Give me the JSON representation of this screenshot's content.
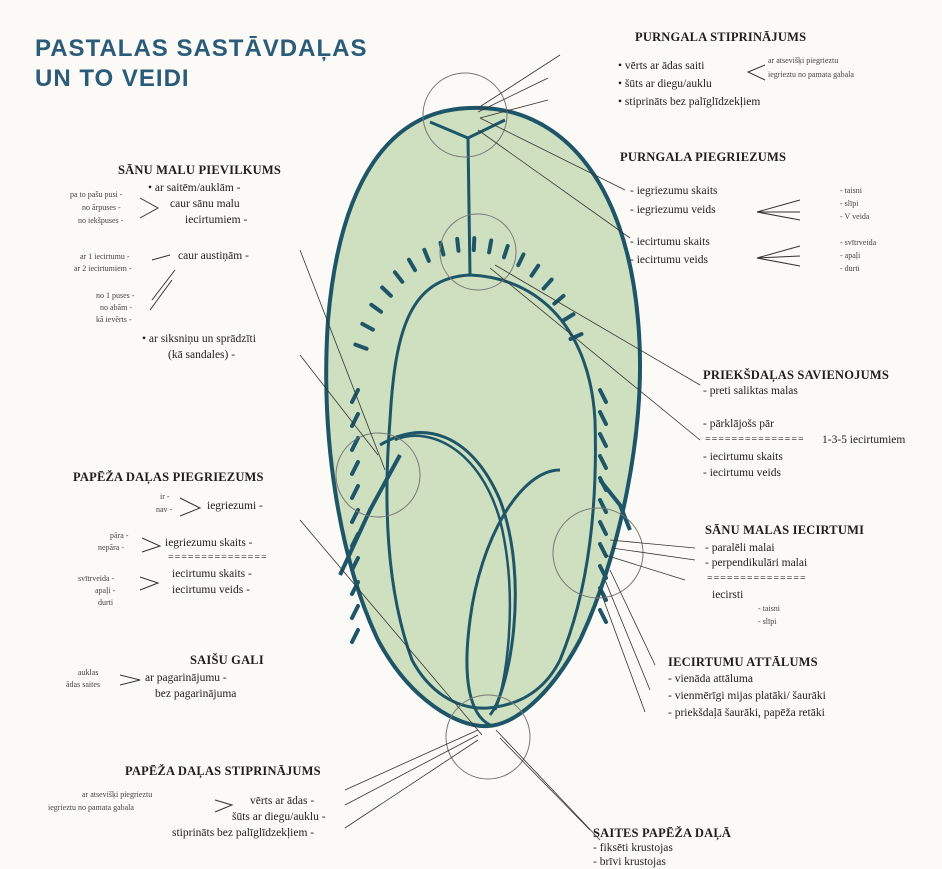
{
  "title": {
    "line1": "PASTALAS SASTĀVDAĻAS",
    "line2": "UN TO VEIDI"
  },
  "colors": {
    "shoe_fill": "#cfe0c0",
    "shoe_stroke": "#1e5568",
    "title": "#2a5c7a",
    "background": "#fbfaf6"
  },
  "separator": "===============",
  "purngala_stiprinajums": {
    "heading": "PURNGALA STIPRINĀJUMS",
    "items": [
      "• vērts ar ādas saiti",
      "• šūts ar diegu/auklu",
      "• stiprināts bez palīglīdzekļiem"
    ],
    "sub": [
      "ar atsevišķi piegrieztu",
      "iegrieztu no pamata gabala"
    ]
  },
  "purngala_piegriezums": {
    "heading": "PURNGALA PIEGRIEZUMS",
    "items": [
      "- iegriezumu skaits",
      "- iegriezumu veids",
      "- iecirtumu skaits",
      "- iecirtumu veids"
    ],
    "sub_iegriezumu": [
      "- taisni",
      "- slīpi",
      "- V veida"
    ],
    "sub_iecirtumu": [
      "- svītrveida",
      "- apaļi",
      "- durti"
    ]
  },
  "sanu_malu_pievilkums": {
    "heading": "SĀNU MALU PIEVILKUMS",
    "items": [
      "• ar saitēm/auklām -",
      "caur sānu malu",
      "iecirtumiem -",
      "caur austiņām -",
      "• ar siksniņu un sprādzīti",
      "(kā sandales) -"
    ],
    "sub_left": [
      "pa to pašu pusi -",
      "no ārpuses -",
      "no iekšpuses -"
    ],
    "sub_austinam": [
      "ar 1 iecirtumu -",
      "ar 2 iecirtumiem -"
    ],
    "sub_puses": [
      "no 1 puses -",
      "no abām -",
      "kā ievērts -"
    ]
  },
  "priekšdalas_savienojums": {
    "heading": "PRIEKŠDAĻAS SAVIENOJUMS",
    "items": [
      "- preti saliktas malas",
      "- pārklājošs pār",
      "1-3-5 iecirtumiem",
      "- iecirtumu skaits",
      "- iecirtumu veids"
    ]
  },
  "papeza_dalas_piegriezums": {
    "heading": "PAPĒŽA DAĻAS PIEGRIEZUMS",
    "items": [
      "iegriezumi -",
      "iegriezumu skaits -",
      "iecirtumu skaits -",
      "iecirtumu veids -"
    ],
    "sub_ir": [
      "ir -",
      "nav -"
    ],
    "sub_para": [
      "pāra -",
      "nepāra -"
    ],
    "sub_veids": [
      "svītrveida -",
      "apaļi -",
      "durti"
    ]
  },
  "sanu_malas_iecirtumi": {
    "heading": "SĀNU MALAS IECIRTUMI",
    "items": [
      "- paralēli malai",
      "- perpendikulāri malai",
      "iecirsti"
    ],
    "sub": [
      "- taisni",
      "- slīpi"
    ]
  },
  "saisu_gali": {
    "heading": "SAIŠU GALI",
    "items": [
      "ar pagarinājumu -",
      "bez pagarinājuma"
    ],
    "sub": [
      "auklas",
      "ādas saites"
    ]
  },
  "iecirtumu_attalums": {
    "heading": "IECIRTUMU ATTĀLUMS",
    "items": [
      "- vienāda attāluma",
      "- vienmērīgi mijas platāki/ šaurāki",
      "- priekšdaļā šaurāki, papēža  retāki"
    ]
  },
  "papeza_dalas_stiprinajums": {
    "heading": "PAPĒŽA DAĻAS STIPRINĀJUMS",
    "items": [
      "vērts ar ādas -",
      "šūts ar diegu/auklu -",
      "stiprināts bez palīglīdzekļiem -"
    ],
    "sub": [
      "ar atsevišķi piegrieztu",
      "iegrieztu no pamata gabala"
    ]
  },
  "saites_papeza_dala": {
    "heading": "SAITES PAPĒŽA DAĻĀ",
    "items": [
      "- fiksēti krustojas",
      "- brīvi krustojas"
    ]
  }
}
